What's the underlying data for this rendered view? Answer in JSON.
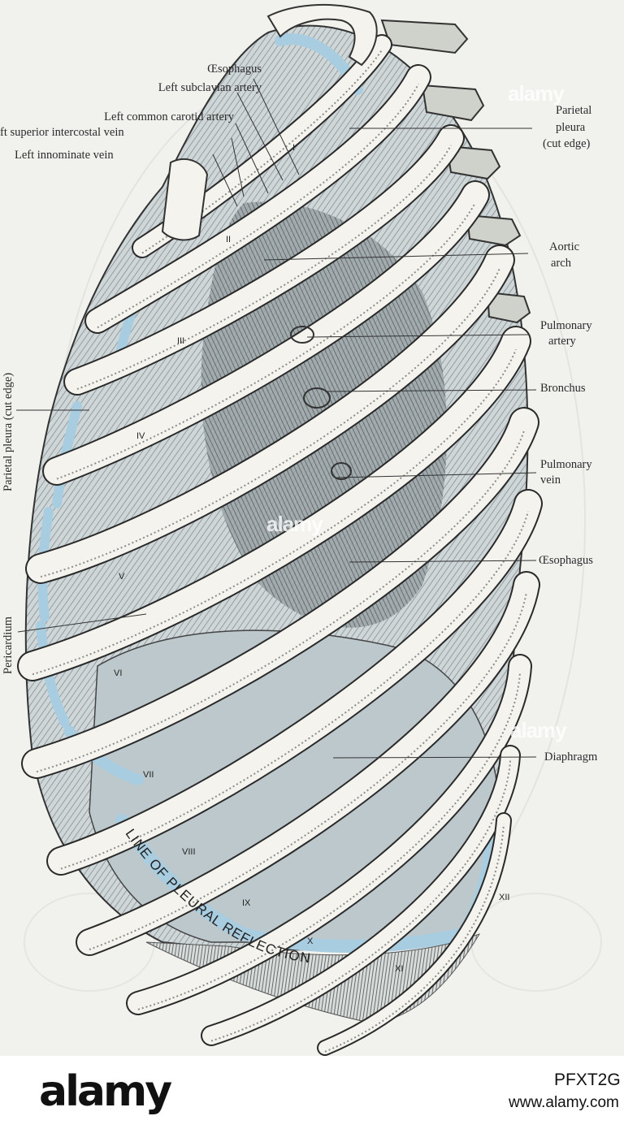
{
  "labels": {
    "oesophagus_top": "Œsophagus",
    "left_subclavian_artery": "Left subclavian artery",
    "left_common_carotid_artery": "Left common carotid artery",
    "left_superior_intercostal_vein": "ft superior intercostal vein",
    "left_innominate_vein": "Left innominate vein",
    "parietal_pleura_cut_edge_1": "Parietal",
    "parietal_pleura_cut_edge_2": "pleura",
    "parietal_pleura_cut_edge_3": "(cut edge)",
    "aortic_arch_1": "Aortic",
    "aortic_arch_2": "arch",
    "pulmonary_artery_1": "Pulmonary",
    "pulmonary_artery_2": "artery",
    "bronchus": "Bronchus",
    "pulmonary_vein_1": "Pulmonary",
    "pulmonary_vein_2": "vein",
    "oesophagus_lower": "Œsophagus",
    "diaphragm": "Diaphragm",
    "parietal_pleura_vertical": "Parietal pleura (cut edge)",
    "pericardium_vertical": "Pericardium"
  },
  "rib_numerals": [
    "I",
    "II",
    "III",
    "IV",
    "V",
    "VI",
    "VII",
    "VIII",
    "IX",
    "X",
    "XI",
    "XII"
  ],
  "reflection_line_text": "LINE OF PLEURAL REFLECTION",
  "watermark": "alamy",
  "footer": {
    "logo": "alamy",
    "image_id": "PFXT2G",
    "url": "www.alamy.com"
  },
  "colors": {
    "paper": "#f1f2ee",
    "pleura_blue": "#a9cde0",
    "ink": "#2a2a2a",
    "bone": "#f4f3ee"
  }
}
